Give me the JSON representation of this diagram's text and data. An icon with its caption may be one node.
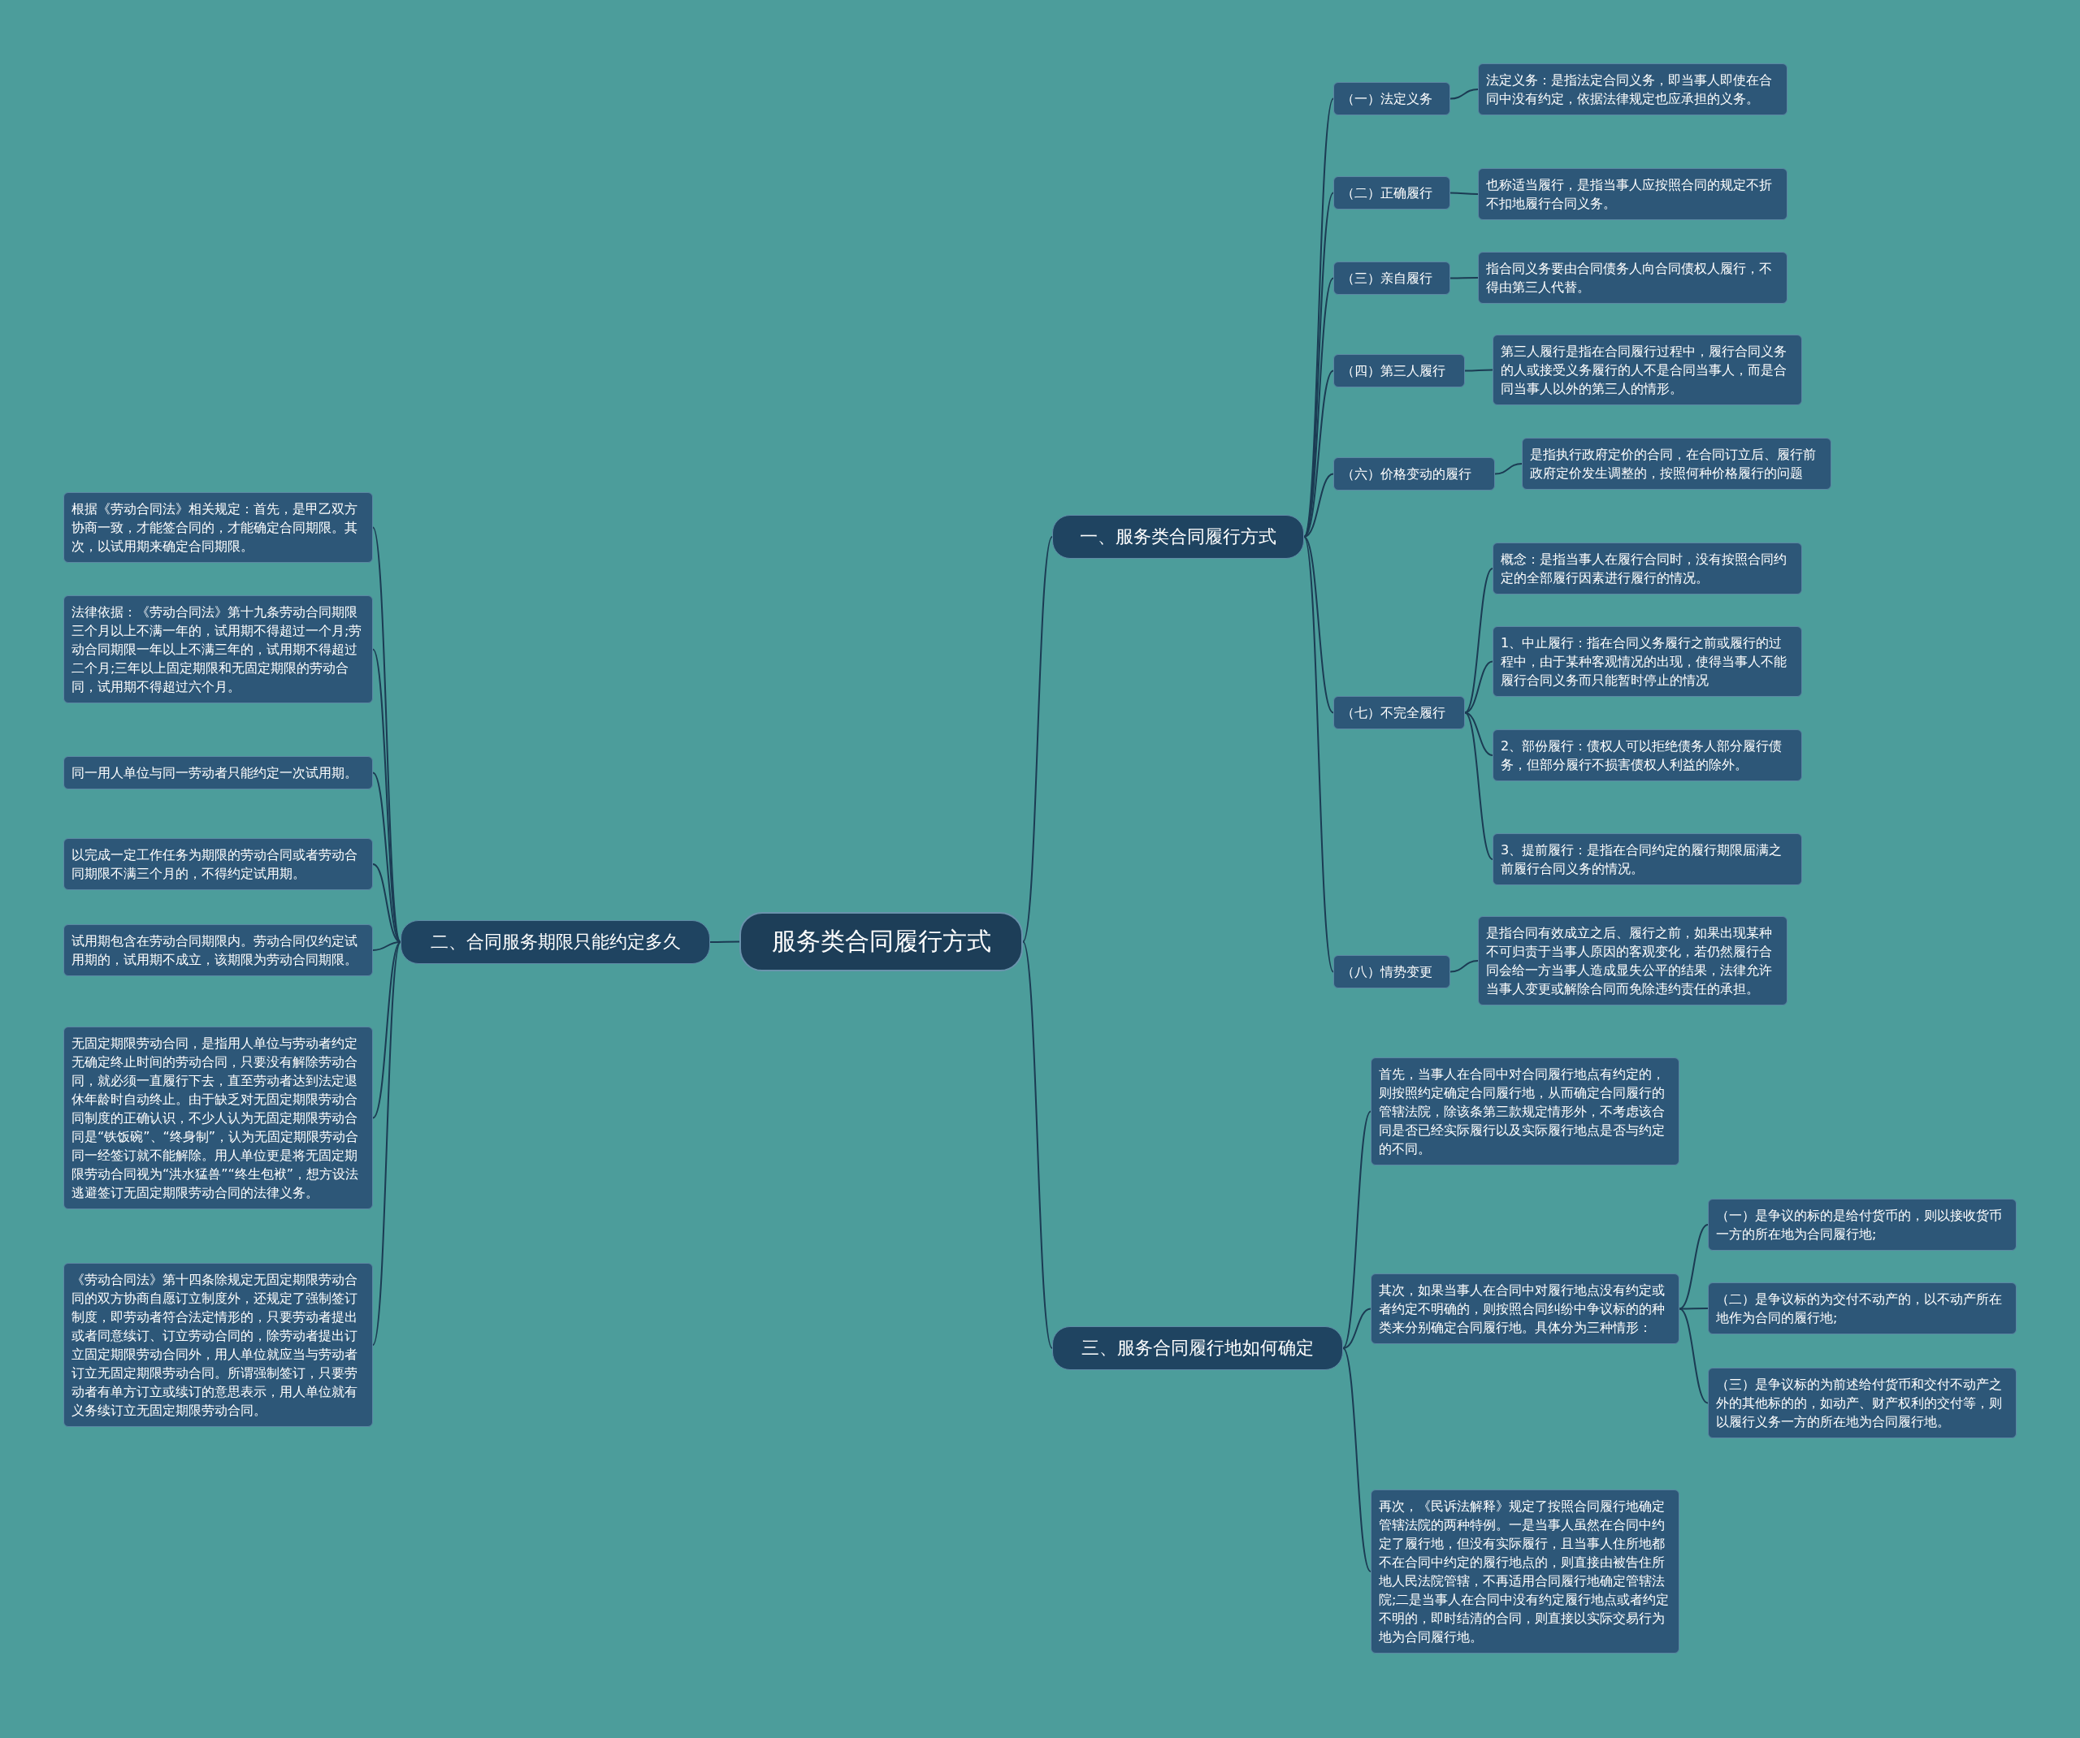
{
  "diagram": {
    "nodes": [
      {
        "text": [
          "服务类合同履行方式"
        ]
      },
      {
        "text": [
          "一、服务类合同履行方式"
        ]
      },
      {
        "text": [
          "（一）法定义务"
        ]
      },
      {
        "text": [
          "法定义务：是指法定合同义务，即当事人即使在合同中没有约定，依据法律规定也应承担的义务。"
        ]
      },
      {
        "text": [
          "（二）正确履行"
        ]
      },
      {
        "text": [
          "也称适当履行，是指当事人应按照合同的规定不折不扣地履行合同义务。"
        ]
      },
      {
        "text": [
          "（三）亲自履行"
        ]
      },
      {
        "text": [
          "指合同义务要由合同债务人向合同债权人履行，不得由第三人代替。"
        ]
      },
      {
        "text": [
          "（四）第三人履行"
        ]
      },
      {
        "text": [
          "第三人履行是指在合同履行过程中，履行合同义务的人或接受义务履行的人不是合同当事人，而是合同当事人以外的第三人的情形。"
        ]
      },
      {
        "text": [
          "（六）价格变动的履行"
        ]
      },
      {
        "text": [
          "是指执行政府定价的合同，在合同订立后、履行前政府定价发生调整的，按照何种价格履行的问题"
        ]
      },
      {
        "text": [
          "（七）不完全履行"
        ]
      },
      {
        "text": [
          "概念：是指当事人在履行合同时，没有按照合同约定的全部履行因素进行履行的情况。"
        ]
      },
      {
        "text": [
          "1、中止履行：指在合同义务履行之前或履行的过程中，由于某种客观情况的出现，使得当事人不能履行合同义务而只能暂时停止的情况"
        ]
      },
      {
        "text": [
          "2、部份履行：债权人可以拒绝债务人部分履行债务，但部分履行不损害债权人利益的除外。"
        ]
      },
      {
        "text": [
          "3、提前履行：是指在合同约定的履行期限届满之前履行合同义务的情况。"
        ]
      },
      {
        "text": [
          "（八）情势变更"
        ]
      },
      {
        "text": [
          "是指合同有效成立之后、履行之前，如果出现某种不可归责于当事人原因的客观变化，若仍然履行合同会给一方当事人造成显失公平的结果，法律允许当事人变更或解除合同而免除违约责任的承担。"
        ]
      },
      {
        "text": [
          "二、合同服务期限只能约定多久"
        ]
      },
      {
        "text": [
          "根据《劳动合同法》相关规定：首先，是甲乙双方协商一致，才能签合同的，才能确定合同期限。其次，以试用期来确定合同期限。"
        ]
      },
      {
        "text": [
          "法律依据：《劳动合同法》第十九条劳动合同期限三个月以上不满一年的，试用期不得超过一个月;劳动合同期限一年以上不满三年的，试用期不得超过二个月;三年以上固定期限和无固定期限的劳动合同，试用期不得超过六个月。"
        ]
      },
      {
        "text": [
          "同一用人单位与同一劳动者只能约定一次试用期。"
        ]
      },
      {
        "text": [
          "以完成一定工作任务为期限的劳动合同或者劳动合同期限不满三个月的，不得约定试用期。"
        ]
      },
      {
        "text": [
          "试用期包含在劳动合同期限内。劳动合同仅约定试用期的，试用期不成立，该期限为劳动合同期限。"
        ]
      },
      {
        "text": [
          "无固定期限劳动合同，是指用人单位与劳动者约定无确定终止时间的劳动合同，只要没有解除劳动合同，就必须一直履行下去，直至劳动者达到法定退休年龄时自动终止。由于缺乏对无固定期限劳动合同制度的正确认识，不少人认为无固定期限劳动合同是“铁饭碗”、“终身制”，认为无固定期限劳动合同一经签订就不能解除。用人单位更是将无固定期限劳动合同视为“洪水猛兽”“终生包袱”，想方设法逃避签订无固定期限劳动合同的法律义务。"
        ]
      },
      {
        "text": [
          "《劳动合同法》第十四条除规定无固定期限劳动合同的双方协商自愿订立制度外，还规定了强制签订制度，即劳动者符合法定情形的，只要劳动者提出或者同意续订、订立劳动合同的，除劳动者提出订立固定期限劳动合同外，用人单位就应当与劳动者订立无固定期限劳动合同。所谓强制签订，只要劳动者有单方订立或续订的意思表示，用人单位就有义务续订立无固定期限劳动合同。"
        ]
      },
      {
        "text": [
          "三、服务合同履行地如何确定"
        ]
      },
      {
        "text": [
          "首先，当事人在合同中对合同履行地点有约定的，则按照约定确定合同履行地，从而确定合同履行的管辖法院，除该条第三款规定情形外，不考虑该合同是否已经实际履行以及实际履行地点是否与约定的不同。"
        ]
      },
      {
        "text": [
          "其次，如果当事人在合同中对履行地点没有约定或者约定不明确的，则按照合同纠纷中争议标的的种类来分别确定合同履行地。具体分为三种情形："
        ]
      },
      {
        "text": [
          "（一）是争议的标的是给付货币的，则以接收货币一方的所在地为合同履行地;"
        ]
      },
      {
        "text": [
          "（二）是争议标的为交付不动产的，以不动产所在地作为合同的履行地;"
        ]
      },
      {
        "text": [
          "（三）是争议标的为前述给付货币和交付不动产之外的其他标的的，如动产、财产权利的交付等，则以履行义务一方的所在地为合同履行地。"
        ]
      },
      {
        "text": [
          "再次，《民诉法解释》规定了按照合同履行地确定管辖法院的两种特例。一是当事人虽然在合同中约定了履行地，但没有实际履行，且当事人住所地都不在合同中约定的履行地点的，则直接由被告住所地人民法院管辖，不再适用合同履行地确定管辖法院;二是当事人在合同中没有约定履行地点或者约定不明的，即时结清的合同，则直接以实际交易行为地为合同履行地。"
        ]
      }
    ],
    "edges": [
      {
        "from": 0,
        "to": 1,
        "arrow": "none"
      },
      {
        "from": 1,
        "to": 2,
        "arrow": "none"
      },
      {
        "from": 2,
        "to": 3,
        "arrow": "none"
      },
      {
        "from": 1,
        "to": 4,
        "arrow": "none"
      },
      {
        "from": 4,
        "to": 5,
        "arrow": "none"
      },
      {
        "from": 1,
        "to": 6,
        "arrow": "none"
      },
      {
        "from": 6,
        "to": 7,
        "arrow": "none"
      },
      {
        "from": 1,
        "to": 8,
        "arrow": "none"
      },
      {
        "from": 8,
        "to": 9,
        "arrow": "none"
      },
      {
        "from": 1,
        "to": 10,
        "arrow": "none"
      },
      {
        "from": 10,
        "to": 11,
        "arrow": "none"
      },
      {
        "from": 1,
        "to": 12,
        "arrow": "none"
      },
      {
        "from": 12,
        "to": 13,
        "arrow": "none"
      },
      {
        "from": 12,
        "to": 14,
        "arrow": "none"
      },
      {
        "from": 12,
        "to": 15,
        "arrow": "none"
      },
      {
        "from": 12,
        "to": 16,
        "arrow": "none"
      },
      {
        "from": 1,
        "to": 17,
        "arrow": "none"
      },
      {
        "from": 17,
        "to": 18,
        "arrow": "none"
      },
      {
        "from": 0,
        "to": 19,
        "arrow": "none"
      },
      {
        "from": 19,
        "to": 20,
        "arrow": "none"
      },
      {
        "from": 19,
        "to": 21,
        "arrow": "none"
      },
      {
        "from": 19,
        "to": 22,
        "arrow": "none"
      },
      {
        "from": 19,
        "to": 23,
        "arrow": "none"
      },
      {
        "from": 19,
        "to": 24,
        "arrow": "none"
      },
      {
        "from": 19,
        "to": 25,
        "arrow": "none"
      },
      {
        "from": 19,
        "to": 26,
        "arrow": "none"
      },
      {
        "from": 0,
        "to": 27,
        "arrow": "none"
      },
      {
        "from": 27,
        "to": 28,
        "arrow": "none"
      },
      {
        "from": 27,
        "to": 29,
        "arrow": "none"
      },
      {
        "from": 29,
        "to": 30,
        "arrow": "none"
      },
      {
        "from": 29,
        "to": 31,
        "arrow": "none"
      },
      {
        "from": 29,
        "to": 32,
        "arrow": "none"
      },
      {
        "from": 27,
        "to": 33,
        "arrow": "none"
      }
    ]
  }
}
